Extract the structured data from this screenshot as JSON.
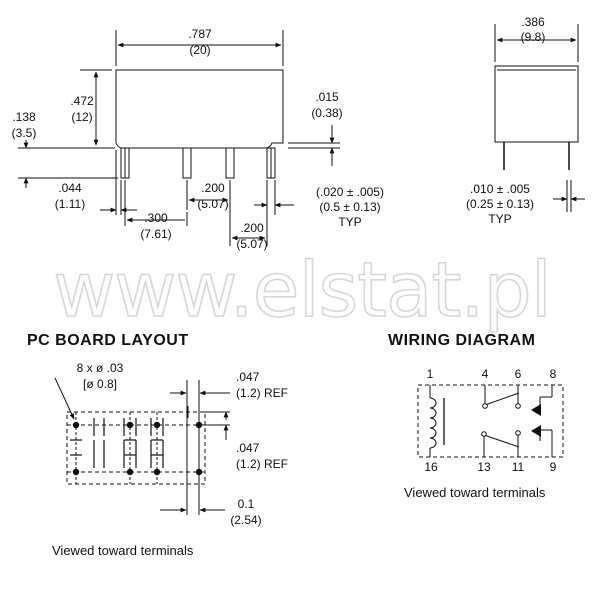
{
  "side_view": {
    "width": {
      "inch": ".787",
      "mm": "(20)"
    },
    "height": {
      "inch": ".472",
      "mm": "(12)"
    },
    "pin_length": {
      "inch": ".138",
      "mm": "(3.5)"
    },
    "pin_thickness": {
      "inch": ".015",
      "mm": "(0.38)"
    },
    "end_offset": {
      "inch": ".044",
      "mm": "(1.11)"
    },
    "pitch_a": {
      "inch": ".200",
      "mm": "(5.07)"
    },
    "pin_width": {
      "inch": "(.020 ± .005)",
      "mm": "(0.5 ± 0.13)",
      "typ": "TYP"
    },
    "span": {
      "inch": ".300",
      "mm": "(7.61)"
    },
    "pitch_b": {
      "inch": ".200",
      "mm": "(5.07)"
    }
  },
  "end_view": {
    "width": {
      "inch": ".386",
      "mm": "(9.8)"
    },
    "pin_thickness": {
      "inch": ".010 ± .005",
      "mm": "(0.25 ± 0.13)",
      "typ": "TYP"
    }
  },
  "watermark": "www.elstat.pl",
  "pc_board": {
    "heading": "PC BOARD LAYOUT",
    "holes": {
      "line1": "8 x ø .03",
      "line2": "[ø 0.8]"
    },
    "ref_top": {
      "inch": ".047",
      "mm": "(1.2) REF"
    },
    "ref_bottom": {
      "inch": ".047",
      "mm": "(1.2) REF"
    },
    "pitch": {
      "inch": "0.1",
      "mm": "(2.54)"
    },
    "caption": "Viewed toward terminals"
  },
  "wiring": {
    "heading": "WIRING DIAGRAM",
    "top_pins": [
      "1",
      "4",
      "6",
      "8"
    ],
    "bottom_pins": [
      "16",
      "13",
      "11",
      "9"
    ],
    "caption": "Viewed toward terminals"
  }
}
